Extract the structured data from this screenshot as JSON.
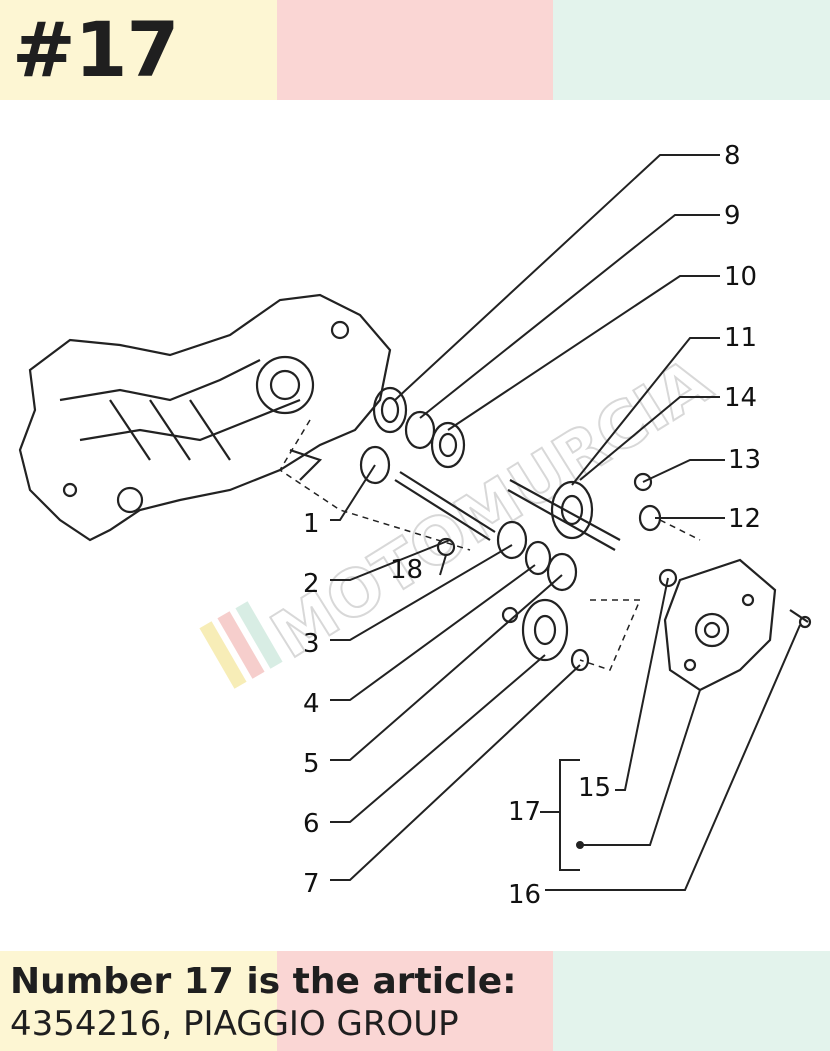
{
  "header": {
    "part_number_label": "#17"
  },
  "watermark": {
    "text": "MOTOMURCIA"
  },
  "callouts": [
    "1",
    "2",
    "3",
    "4",
    "5",
    "6",
    "7",
    "8",
    "9",
    "10",
    "11",
    "12",
    "13",
    "14",
    "15",
    "16",
    "17",
    "18"
  ],
  "footer": {
    "line1": "Number 17 is the article:",
    "line2": "4354216, PIAGGIO GROUP"
  },
  "colors": {
    "yellow": "#fdf6d3",
    "pink": "#fad6d4",
    "mint": "#e3f3ec",
    "text": "#1f1f1f"
  }
}
